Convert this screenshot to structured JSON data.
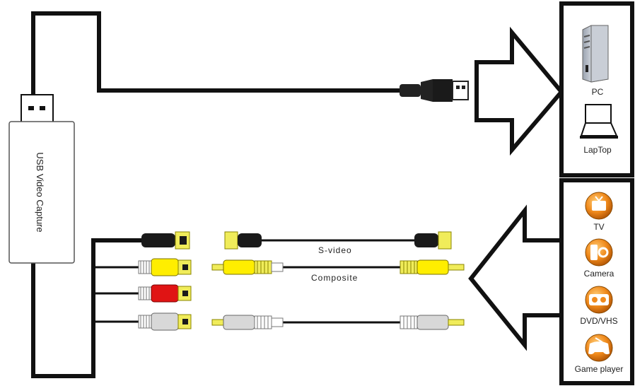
{
  "device": {
    "label": "USB Video Capture"
  },
  "computers": {
    "items": [
      {
        "id": "pc",
        "label": "PC",
        "icon": "desktop-tower-icon"
      },
      {
        "id": "laptop",
        "label": "LapTop",
        "icon": "laptop-icon"
      }
    ]
  },
  "sources": {
    "items": [
      {
        "id": "tv",
        "label": "TV",
        "icon": "tv-icon"
      },
      {
        "id": "camera",
        "label": "Camera",
        "icon": "camera-icon"
      },
      {
        "id": "dvd",
        "label": "DVD/VHS",
        "icon": "dvd-vhs-icon"
      },
      {
        "id": "game",
        "label": "Game player",
        "icon": "game-controller-icon"
      }
    ]
  },
  "cables": {
    "svideo_label": "S-video",
    "composite_label": "Composite"
  },
  "colors": {
    "outline": "#111111",
    "svideo_plug": "#1a1a1a",
    "video_plug": "#ffee00",
    "audio_right": "#e01414",
    "audio_left": "#d8d8d8",
    "connector_tip": "#f0ec5a",
    "source_icon_bg": "#f08a1c"
  }
}
